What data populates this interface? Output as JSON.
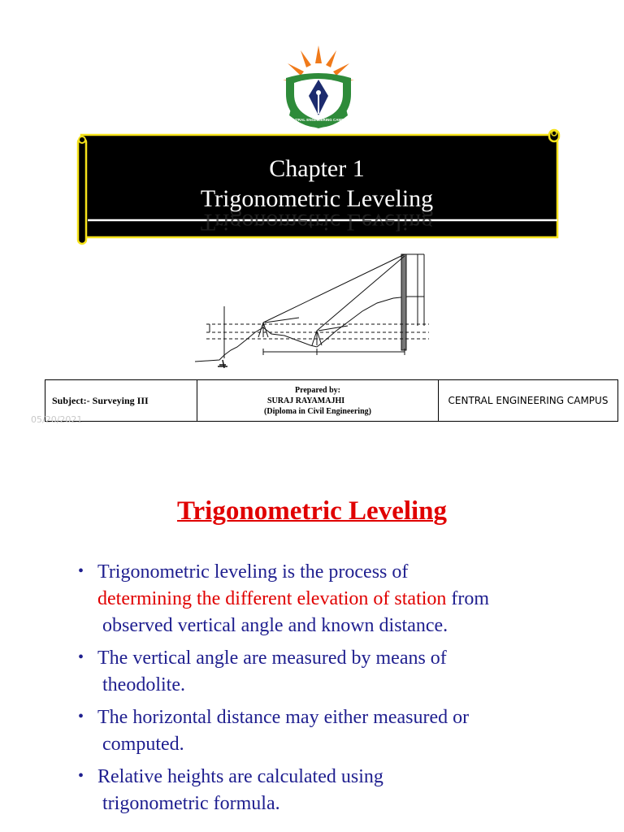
{
  "logo": {
    "name": "central-engineering-campus-logo",
    "text": "CENTRAL ENGINEERING CAMPUS",
    "colors": {
      "orange": "#f07a1a",
      "green": "#2e8b3a",
      "navy": "#1c2b6e"
    }
  },
  "banner": {
    "line1": "Chapter 1",
    "line2": "Trigonometric Leveling",
    "background": "#000000",
    "border": "#f5e21a"
  },
  "info_table": {
    "subject": "Subject:- Surveying III",
    "prepared_by_label": "Prepared by:",
    "prepared_by_name": "SURAJ RAYAMAJHI",
    "prepared_by_detail": "(Diploma in Civil Engineering)",
    "campus": "CENTRAL ENGINEERING CAMPUS"
  },
  "date": "05/20/2021",
  "section": {
    "heading": "Trigonometric Leveling",
    "bullets": [
      {
        "part1": "Trigonometric leveling is the process of",
        "highlight": "determining the different elevation of station",
        "part2": " from",
        "part3": "observed vertical angle and known distance."
      },
      {
        "part1": "The vertical angle are measured by means of",
        "part2": "theodolite."
      },
      {
        "part1": "The horizontal distance may either measured or",
        "part2": "computed."
      },
      {
        "part1": "Relative heights are calculated using",
        "part2": "trigonometric formula."
      }
    ]
  },
  "colors": {
    "heading": "#e00000",
    "bullet_text": "#1f1f8f",
    "highlight": "#e00000"
  }
}
